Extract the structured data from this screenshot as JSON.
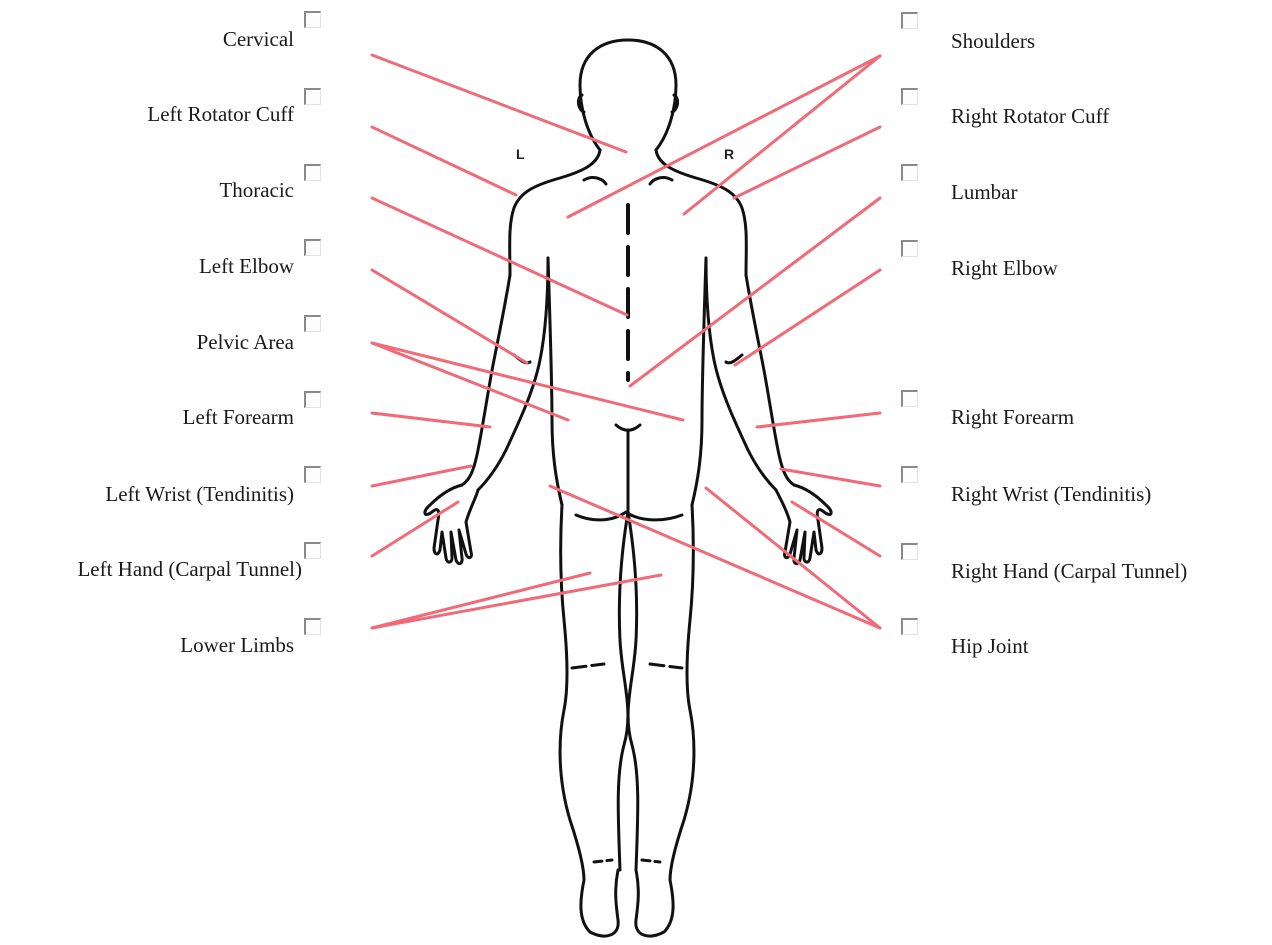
{
  "left_items": [
    {
      "label": "Cervical",
      "checked": false
    },
    {
      "label": "Left Rotator Cuff",
      "checked": false
    },
    {
      "label": "Thoracic",
      "checked": false
    },
    {
      "label": "Left Elbow",
      "checked": false
    },
    {
      "label": "Pelvic Area",
      "checked": false
    },
    {
      "label": "Left Forearm",
      "checked": false
    },
    {
      "label": "Left Wrist (Tendinitis)",
      "checked": false
    },
    {
      "label": "Left Hand (Carpal Tunnel)",
      "checked": false
    },
    {
      "label": "Lower Limbs",
      "checked": false
    }
  ],
  "right_items": [
    {
      "label": "Shoulders",
      "checked": false
    },
    {
      "label": "Right Rotator Cuff",
      "checked": false
    },
    {
      "label": "Lumbar",
      "checked": false
    },
    {
      "label": "Right Elbow",
      "checked": false
    },
    {
      "label": "Right Forearm",
      "checked": false
    },
    {
      "label": "Right Wrist (Tendinitis)",
      "checked": false
    },
    {
      "label": "Right Hand (Carpal Tunnel)",
      "checked": false
    },
    {
      "label": "Hip Joint",
      "checked": false
    }
  ],
  "body_side_labels": {
    "left": "L",
    "right": "R"
  },
  "colors": {
    "pointer_line": "#f06a78",
    "outline": "#111111",
    "checkbox_border": "#8a8a8a"
  }
}
